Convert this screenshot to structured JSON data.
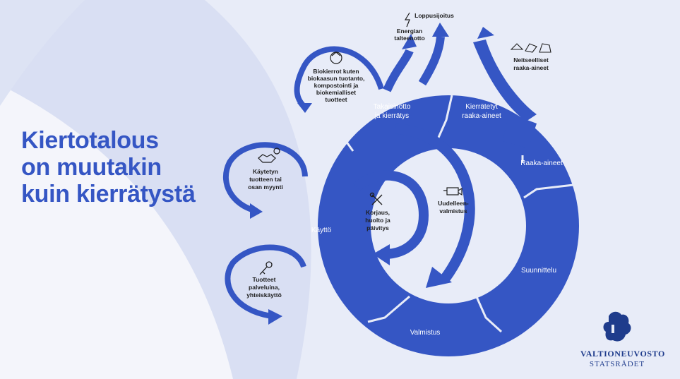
{
  "headline": [
    "Kiertotalous",
    "on muutakin",
    "kuin kierrätystä"
  ],
  "ring": {
    "takaisinotto": [
      "Takaisinotto",
      "ja kierrätys"
    ],
    "kierratetyt": [
      "Kierrätetyt",
      "raaka-aineet"
    ],
    "raaka_aineet": "Raaka-aineet",
    "suunnittelu": "Suunnittelu",
    "valmistus": "Valmistus",
    "kaytto": "Käyttö"
  },
  "inner": {
    "uudelleen": [
      "Uudelleen-",
      "valmistus"
    ],
    "korjaus": [
      "Korjaus,",
      "huolto ja",
      "päivitys"
    ]
  },
  "outer": {
    "energia": [
      "Energian",
      "talteenotto"
    ],
    "loppusijoitus": "Loppusijoitus",
    "neitseelliset": [
      "Neitseelliset",
      "raaka-aineet"
    ],
    "biokierrot": [
      "Biokierrot kuten",
      "biokaasun tuotanto,",
      "kompostointi ja",
      "biokemialliset",
      "tuotteet"
    ],
    "kaytetyn": [
      "Käytetyn",
      "tuotteen tai",
      "osan  myynti"
    ],
    "tuotteet": [
      "Tuotteet",
      "palveluina,",
      "yhteiskäyttö"
    ]
  },
  "logo": {
    "line1": "VALTIONEUVOSTO",
    "line2": "STATSRÅDET"
  },
  "colors": {
    "primary": "#3556c4",
    "background": "#e8ecf8",
    "dark_text": "#1e1e1e",
    "logo": "#1f3c8c"
  },
  "icons": [
    "lightning-icon",
    "recycle-icon",
    "handshake-icon",
    "key-icon",
    "wrench-icon",
    "engine-icon",
    "raw-materials-icon",
    "lion-crest-icon"
  ]
}
